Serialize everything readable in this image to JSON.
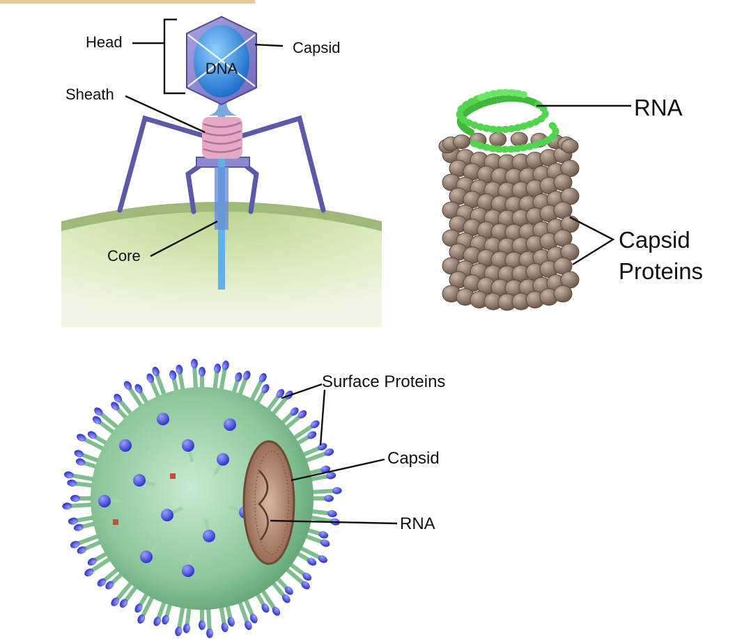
{
  "bacteriophage": {
    "labels": {
      "head": "Head",
      "capsid": "Capsid",
      "dna": "DNA",
      "sheath": "Sheath",
      "core": "Core"
    },
    "colors": {
      "head_face": "#8c86cf",
      "dna": "#3d8fe0",
      "sheath": "#e4a9c6",
      "legs": "#5a5aa8",
      "cell": "#d7e8b6",
      "core": "#5fb2e6"
    }
  },
  "helical_virus": {
    "labels": {
      "rna": "RNA",
      "capsid_proteins_line1": "Capsid",
      "capsid_proteins_line2": "Proteins"
    },
    "colors": {
      "rna": "#52d44e",
      "protein": "#8f7a6a"
    }
  },
  "enveloped_virus": {
    "labels": {
      "surface_proteins": "Surface Proteins",
      "capsid": "Capsid",
      "rna": "RNA"
    },
    "colors": {
      "envelope": "#8fc79a",
      "spike_tip": "#4a52e0",
      "interior": "#b0806a"
    }
  },
  "header_bar_color": "#e8c79a"
}
